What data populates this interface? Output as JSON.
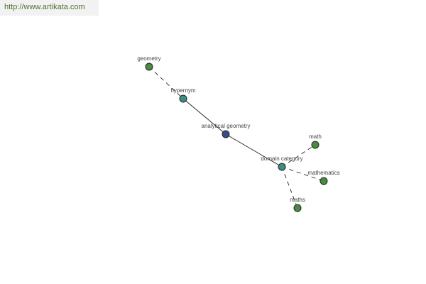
{
  "header": {
    "url": "http://www.artikata.com"
  },
  "graph": {
    "colors": {
      "center": "#3c4a8c",
      "relation": "#3f8c86",
      "leaf": "#4a8a40",
      "node_stroke": "#1e2a1e",
      "edge": "#222222"
    },
    "nodes": [
      {
        "id": "geometry",
        "label": "geometry",
        "kind": "leaf"
      },
      {
        "id": "hypernym",
        "label": "hypernym",
        "kind": "relation"
      },
      {
        "id": "analytical_geometry",
        "label": "analytical geometry",
        "kind": "center"
      },
      {
        "id": "domain_category",
        "label": "domain category",
        "kind": "relation"
      },
      {
        "id": "math",
        "label": "math",
        "kind": "leaf"
      },
      {
        "id": "mathematics",
        "label": "mathematics",
        "kind": "leaf"
      },
      {
        "id": "maths",
        "label": "maths",
        "kind": "leaf"
      }
    ],
    "edges": [
      {
        "from": "geometry",
        "to": "hypernym",
        "style": "dashed"
      },
      {
        "from": "hypernym",
        "to": "analytical_geometry",
        "style": "solid"
      },
      {
        "from": "analytical_geometry",
        "to": "domain_category",
        "style": "solid"
      },
      {
        "from": "domain_category",
        "to": "math",
        "style": "dashed"
      },
      {
        "from": "domain_category",
        "to": "mathematics",
        "style": "dashed"
      },
      {
        "from": "domain_category",
        "to": "maths",
        "style": "dashed"
      }
    ]
  }
}
